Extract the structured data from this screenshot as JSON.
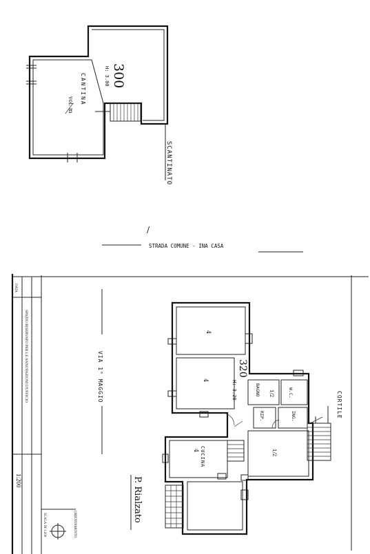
{
  "basement": {
    "room_number": "300",
    "height": "H: 3.00",
    "room_name": "CANTINA",
    "handwriting": "vol. m",
    "floor_title": "SCANTINATO"
  },
  "street_top": {
    "name": "STRADA COMUNE - INA CASA",
    "tick": "/"
  },
  "ground_floor": {
    "unit_number": "320",
    "height": "H: 3.20",
    "rooms": {
      "bagno": "BAGNO",
      "wc": "W.C.",
      "rip": "RIP.",
      "ing": "ING.",
      "cucina": "CUCINA"
    },
    "handwriting": [
      "4",
      "4",
      "1/2",
      "1/2",
      "4"
    ],
    "floor_title": "P. Rialzato",
    "courtyard": "CORTILE",
    "street_side": "VIA 1° MAGGIO"
  },
  "title_block": {
    "data_label": "DATA",
    "office_text": "SPAZIO RISERVATO PER LE ANNOTAZIONI D'UFFICIO",
    "scale_label": "SCALA DI 1:200",
    "orientation_label": "ORIENTAMENTO",
    "scale_value": "1:200"
  }
}
